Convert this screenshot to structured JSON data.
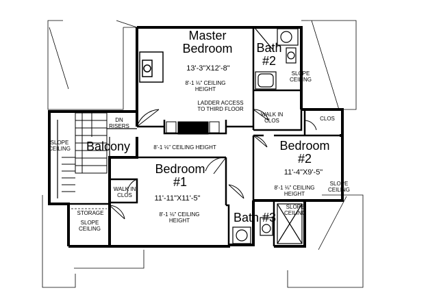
{
  "rooms": {
    "master": {
      "title_line1": "Master",
      "title_line2": "Bedroom",
      "size": "13'-3\"X12'-8\"",
      "ceiling_line1": "8'-1 ⅛\" CEILING",
      "ceiling_line2": "HEIGHT"
    },
    "bath2": {
      "title_line1": "Bath",
      "title_line2": "#2",
      "slope_line1": "SLOPE",
      "slope_line2": "CEILING"
    },
    "ladder": {
      "line1": "LADDER ACCESS",
      "line2": "TO THIRD FLOOR"
    },
    "walkin_upper": {
      "line1": "WALK IN",
      "line2": "CLOS"
    },
    "clos": {
      "label": "CLOS"
    },
    "stair": {
      "line1": "DN",
      "line2": "RISERS"
    },
    "slope_left": {
      "line1": "SLOPE",
      "line2": "CEILING"
    },
    "balcony": {
      "label": "Balcony"
    },
    "hall": {
      "ceiling": "8'-1 ⅛\" CEILING HEIGHT"
    },
    "bedroom2": {
      "title_line1": "Bedroom",
      "title_line2": "#2",
      "size": "11'-4\"X9'-5\"",
      "ceiling_line1": "8'-1 ⅛\" CEILING",
      "ceiling_line2": "HEIGHT",
      "slope_line1": "SLOPE",
      "slope_line2": "CEILING"
    },
    "bedroom1": {
      "title_line1": "Bedroom",
      "title_line2": "#1",
      "size": "11'-11\"X11'-5\"",
      "ceiling_line1": "8'-1 ⅛\" CEILING",
      "ceiling_line2": "HEIGHT"
    },
    "walkin_lower": {
      "line1": "WALK IN",
      "line2": "CLOS"
    },
    "storage": {
      "label": "STORAGE",
      "slope_line1": "SLOPE",
      "slope_line2": "CEILING"
    },
    "bath3": {
      "title": "Bath #3",
      "slope_line1": "SLOPE",
      "slope_line2": "CEILING"
    }
  }
}
